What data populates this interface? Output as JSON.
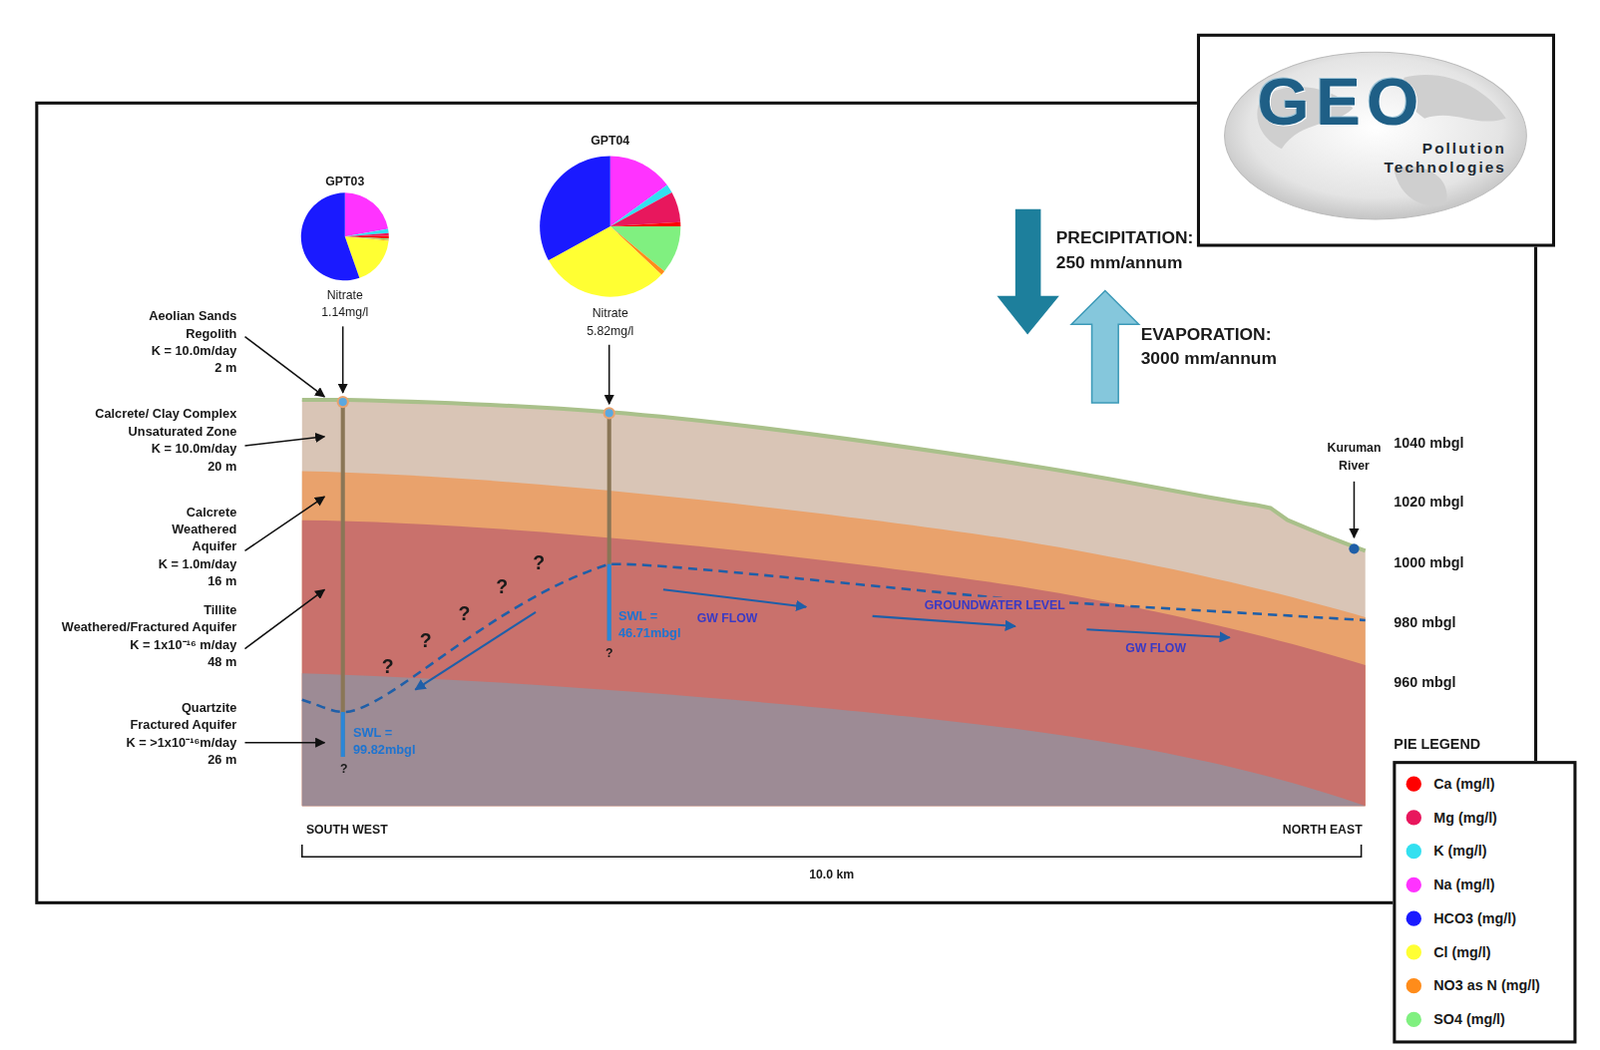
{
  "diagram": {
    "nodes": [
      {
        "text": [
          "GEO",
          "Pollution Technologies"
        ]
      }
    ],
    "labels": [
      "GPT03",
      "Nitrate 1.14mg/l",
      "GPT04",
      "Nitrate 5.82mg/l",
      "Aeolian Sands Regolith",
      "K = 10.0m/day",
      "2 m",
      "Calcrete/ Clay Complex Unsaturated Zone",
      "K = 10.0m/day",
      "20 m",
      "Calcrete Weathered Aquifer",
      "K = 1.0m/day",
      "16 m",
      "Tillite",
      "Weathered/Fractured Aquifer",
      "K = 1x10⁻¹⁶ m/day",
      "48 m",
      "Quartzite Fractured Aquifer",
      "K = >1x10⁻¹⁶m/day",
      "26 m",
      "?",
      "?",
      "?",
      "?",
      "?",
      "?",
      "?",
      "SWL = 99.82mbgl",
      "SWL = 46.71mbgl",
      "GW FLOW",
      "GROUNDWATER LEVEL",
      "GW FLOW",
      "PRECIPITATION:",
      "250 mm/annum",
      "EVAPORATION:",
      "3000 mm/annum",
      "Kuruman River",
      "1040 mbgl",
      "1020 mbgl",
      "1000 mbgl",
      "980 mbgl",
      "960 mbgl",
      "PIE LEGEND",
      "SOUTH WEST",
      "NORTH EAST",
      "10.0 km"
    ],
    "legend": [
      {
        "text": "Ca (mg/l)",
        "color": "#ff0000"
      },
      {
        "text": "Mg (mg/l)",
        "color": "#e8175d"
      },
      {
        "text": "K (mg/l)",
        "color": "#33e0f0"
      },
      {
        "text": "Na (mg/l)",
        "color": "#ff33ff"
      },
      {
        "text": "HCO3 (mg/l)",
        "color": "#1a1aff"
      },
      {
        "text": "Cl (mg/l)",
        "color": "#ffff33"
      },
      {
        "text": "NO3 as N (mg/l)",
        "color": "#ff8c1a"
      },
      {
        "text": "SO4 (mg/l)",
        "color": "#80f080"
      }
    ]
  }
}
